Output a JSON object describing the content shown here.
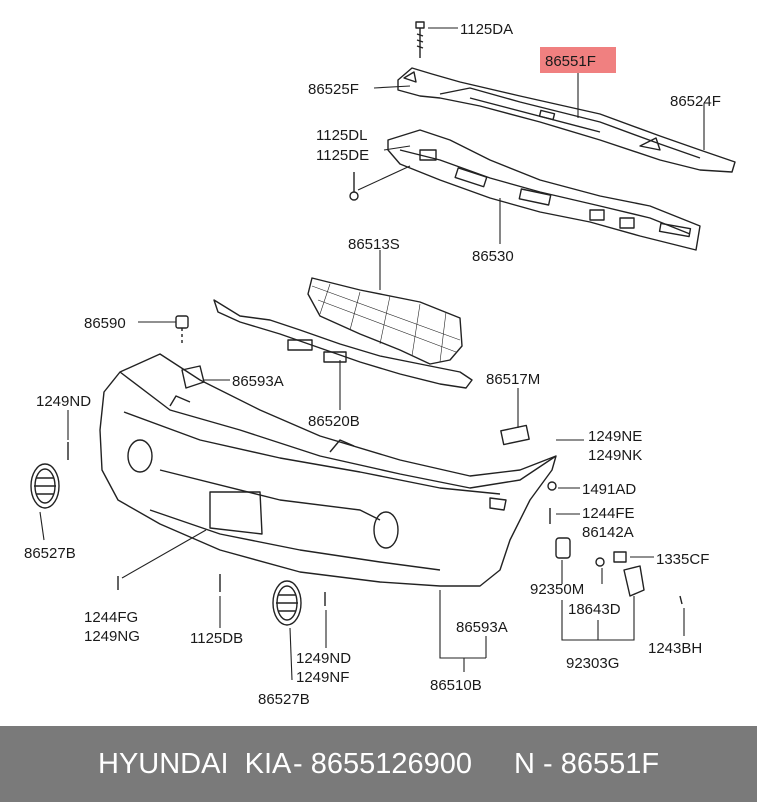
{
  "diagram": {
    "highlight_color": "#f08080",
    "callouts": [
      {
        "id": "1125DA",
        "text": "1125DA",
        "highlighted": false
      },
      {
        "id": "86551F",
        "text": "86551F",
        "highlighted": true
      },
      {
        "id": "86525F",
        "text": "86525F",
        "highlighted": false
      },
      {
        "id": "86524F",
        "text": "86524F",
        "highlighted": false
      },
      {
        "id": "1125DL",
        "text": "1125DL",
        "highlighted": false
      },
      {
        "id": "1125DE",
        "text": "1125DE",
        "highlighted": false
      },
      {
        "id": "86530",
        "text": "86530",
        "highlighted": false
      },
      {
        "id": "86513S",
        "text": "86513S",
        "highlighted": false
      },
      {
        "id": "86590",
        "text": "86590",
        "highlighted": false
      },
      {
        "id": "86593A-top",
        "text": "86593A",
        "highlighted": false
      },
      {
        "id": "86520B",
        "text": "86520B",
        "highlighted": false
      },
      {
        "id": "1249ND-left",
        "text": "1249ND",
        "highlighted": false
      },
      {
        "id": "86517M",
        "text": "86517M",
        "highlighted": false
      },
      {
        "id": "1249NE",
        "text": "1249NE",
        "highlighted": false
      },
      {
        "id": "1249NK",
        "text": "1249NK",
        "highlighted": false
      },
      {
        "id": "1491AD",
        "text": "1491AD",
        "highlighted": false
      },
      {
        "id": "1244FE",
        "text": "1244FE",
        "highlighted": false
      },
      {
        "id": "86142A",
        "text": "86142A",
        "highlighted": false
      },
      {
        "id": "1335CF",
        "text": "1335CF",
        "highlighted": false
      },
      {
        "id": "86527B-left",
        "text": "86527B",
        "highlighted": false
      },
      {
        "id": "92350M",
        "text": "92350M",
        "highlighted": false
      },
      {
        "id": "18643D",
        "text": "18643D",
        "highlighted": false
      },
      {
        "id": "1244FG",
        "text": "1244FG",
        "highlighted": false
      },
      {
        "id": "1249NG",
        "text": "1249NG",
        "highlighted": false
      },
      {
        "id": "1125DB",
        "text": "1125DB",
        "highlighted": false
      },
      {
        "id": "86593A-bottom",
        "text": "86593A",
        "highlighted": false
      },
      {
        "id": "92303G",
        "text": "92303G",
        "highlighted": false
      },
      {
        "id": "1243BH",
        "text": "1243BH",
        "highlighted": false
      },
      {
        "id": "1249ND-bottom",
        "text": "1249ND",
        "highlighted": false
      },
      {
        "id": "1249NF",
        "text": "1249NF",
        "highlighted": false
      },
      {
        "id": "86510B",
        "text": "86510B",
        "highlighted": false
      },
      {
        "id": "86527B-bottom",
        "text": "86527B",
        "highlighted": false
      }
    ]
  },
  "footer": {
    "brand": "HYUNDAI  KIA",
    "part_number": "- 8655126900",
    "ref": "N - 86551F",
    "background": "#7a7a7a"
  }
}
